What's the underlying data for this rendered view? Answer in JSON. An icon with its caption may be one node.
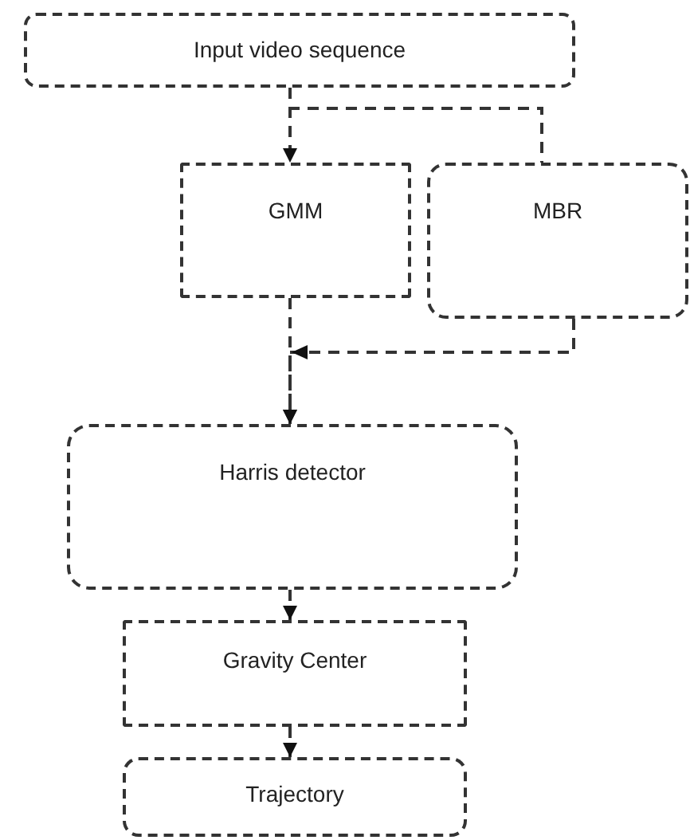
{
  "diagram": {
    "nodes": [
      {
        "text": [
          "Input video sequence"
        ]
      },
      {
        "text": [
          "GMM"
        ]
      },
      {
        "text": [
          "MBR"
        ]
      },
      {
        "text": [
          "Harris detector"
        ]
      },
      {
        "text": [
          "Gravity Center"
        ]
      },
      {
        "text": [
          "Trajectory"
        ]
      }
    ],
    "edges": [
      {
        "from": 0,
        "to": 1,
        "arrow": "to",
        "style": "dashed"
      },
      {
        "from": 0,
        "to": 2,
        "arrow": "none",
        "style": "dashed"
      },
      {
        "from": 1,
        "to": 3,
        "arrow": "to",
        "style": "dashed"
      },
      {
        "from": 2,
        "to": 3,
        "arrow": "to",
        "style": "dashed"
      },
      {
        "from": 3,
        "to": 4,
        "arrow": "to",
        "style": "dashed"
      },
      {
        "from": 4,
        "to": 5,
        "arrow": "to",
        "style": "dashed"
      }
    ]
  }
}
